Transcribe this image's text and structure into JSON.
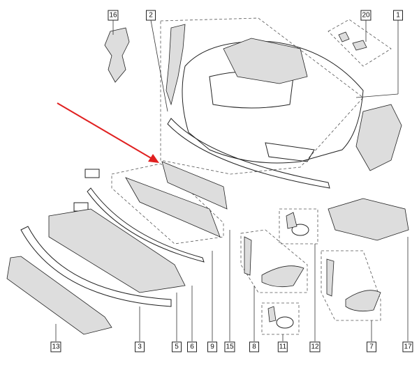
{
  "diagram": {
    "callouts": [
      {
        "id": "16",
        "label": "16"
      },
      {
        "id": "2",
        "label": "2"
      },
      {
        "id": "20",
        "label": "20"
      },
      {
        "id": "1",
        "label": "1"
      },
      {
        "id": "13",
        "label": "13"
      },
      {
        "id": "3",
        "label": "3"
      },
      {
        "id": "5",
        "label": "5"
      },
      {
        "id": "6",
        "label": "6"
      },
      {
        "id": "9",
        "label": "9"
      },
      {
        "id": "15",
        "label": "15"
      },
      {
        "id": "8",
        "label": "8"
      },
      {
        "id": "11",
        "label": "11"
      },
      {
        "id": "12",
        "label": "12"
      },
      {
        "id": "7",
        "label": "7"
      },
      {
        "id": "17",
        "label": "17"
      }
    ],
    "arrow_color": "#e02020"
  }
}
